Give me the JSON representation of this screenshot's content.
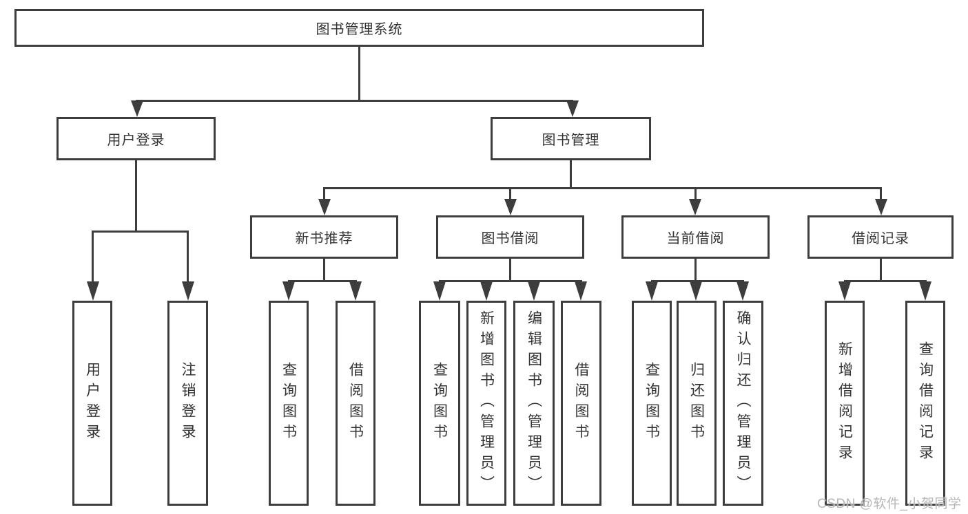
{
  "diagram": {
    "type": "hierarchy-tree",
    "tree": {
      "root": {
        "label": "图书管理系统",
        "children": [
          {
            "label": "用户登录",
            "children": [
              {
                "label": "用户登录"
              },
              {
                "label": "注销登录"
              }
            ]
          },
          {
            "label": "图书管理",
            "children": [
              {
                "label": "新书推荐",
                "children": [
                  {
                    "label": "查询图书"
                  },
                  {
                    "label": "借阅图书"
                  }
                ]
              },
              {
                "label": "图书借阅",
                "children": [
                  {
                    "label": "查询图书"
                  },
                  {
                    "label": "新增图书（管理员）"
                  },
                  {
                    "label": "编辑图书（管理员）"
                  },
                  {
                    "label": "借阅图书"
                  }
                ]
              },
              {
                "label": "当前借阅",
                "children": [
                  {
                    "label": "查询图书"
                  },
                  {
                    "label": "归还图书"
                  },
                  {
                    "label": "确认归还（管理员）"
                  }
                ]
              },
              {
                "label": "借阅记录",
                "children": [
                  {
                    "label": "新增借阅记录"
                  },
                  {
                    "label": "查询借阅记录"
                  }
                ]
              }
            ]
          }
        ]
      }
    },
    "colors": {
      "line": "#3d3d3d",
      "text": "#333333",
      "background": "#ffffff",
      "watermark": "#b2b2b2"
    }
  },
  "watermark": {
    "text": "CSDN @软件_小贺同学"
  }
}
